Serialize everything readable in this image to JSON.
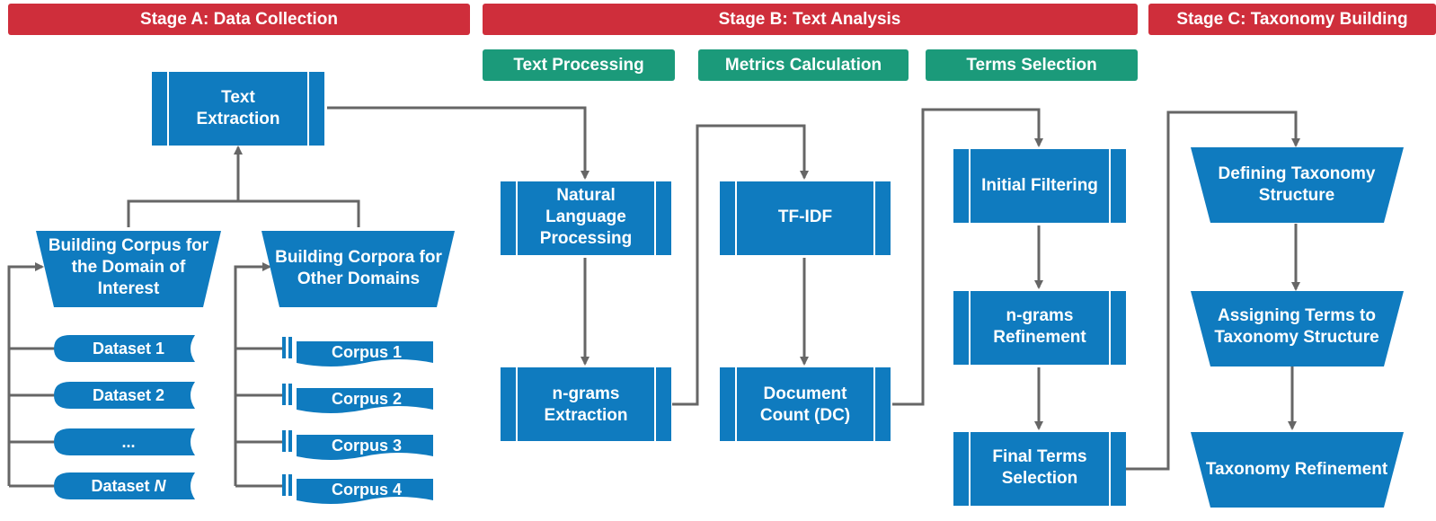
{
  "colors": {
    "stage_header": "#cf2e3b",
    "substage_header": "#1b9a7a",
    "process": "#0f7bbf",
    "connector": "#666666",
    "text": "#ffffff"
  },
  "stages": [
    {
      "label": "Stage A: Data Collection"
    },
    {
      "label": "Stage B: Text Analysis"
    },
    {
      "label": "Stage C: Taxonomy Building"
    }
  ],
  "substages": [
    {
      "label": "Text Processing"
    },
    {
      "label": "Metrics Calculation"
    },
    {
      "label": "Terms Selection"
    }
  ],
  "stage_a": {
    "text_extraction": [
      "Text",
      "Extraction"
    ],
    "corpus_domain": [
      "Building Corpus for",
      "the Domain of",
      "Interest"
    ],
    "corpora_other": [
      "Building Corpora for",
      "Other Domains"
    ],
    "datasets": [
      {
        "label": "Dataset 1"
      },
      {
        "label": "Dataset 2"
      },
      {
        "label": "..."
      },
      {
        "label": "Dataset",
        "italic_suffix": "N"
      }
    ],
    "corpora": [
      {
        "label": "Corpus 1"
      },
      {
        "label": "Corpus 2"
      },
      {
        "label": "Corpus 3"
      },
      {
        "label": "Corpus 4"
      }
    ]
  },
  "stage_b": {
    "nlp": [
      "Natural",
      "Language",
      "Processing"
    ],
    "ngrams_extraction": [
      "n-grams",
      "Extraction"
    ],
    "tfidf": [
      "TF-IDF"
    ],
    "document_count": [
      "Document",
      "Count (DC)"
    ],
    "initial_filtering": [
      "Initial Filtering"
    ],
    "ngrams_refinement": [
      "n-grams",
      "Refinement"
    ],
    "final_terms": [
      "Final Terms",
      "Selection"
    ]
  },
  "stage_c": {
    "defining_structure": [
      "Defining Taxonomy",
      "Structure"
    ],
    "assigning_terms": [
      "Assigning Terms to",
      "Taxonomy Structure"
    ],
    "taxonomy_refinement": [
      "Taxonomy Refinement"
    ]
  }
}
